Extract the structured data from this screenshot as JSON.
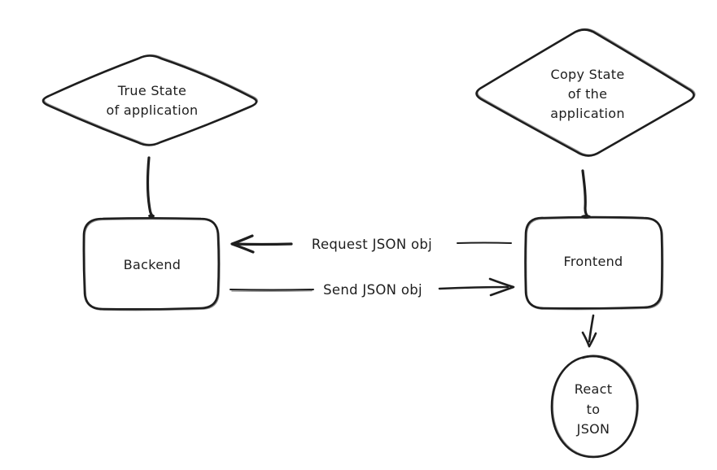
{
  "canvas": {
    "background_color": "#ffffff",
    "stroke_color": "#1e1e1e"
  },
  "nodes": {
    "true_state": {
      "shape": "diamond",
      "lines": [
        "True State",
        "of application"
      ]
    },
    "copy_state": {
      "shape": "diamond",
      "lines": [
        "Copy State",
        "of the",
        "application"
      ]
    },
    "backend": {
      "shape": "rounded-rectangle",
      "label": "Backend"
    },
    "frontend": {
      "shape": "rounded-rectangle",
      "label": "Frontend"
    },
    "react_to_json": {
      "shape": "ellipse",
      "lines": [
        "React",
        "to",
        "JSON"
      ]
    }
  },
  "edges": {
    "request": {
      "label": "Request JSON obj",
      "from": "Frontend",
      "to": "Backend",
      "arrow_direction": "left"
    },
    "send": {
      "label": "Send JSON obj",
      "from": "Backend",
      "to": "Frontend",
      "arrow_direction": "right"
    },
    "frontend_to_react": {
      "label": "",
      "from": "Frontend",
      "to": "React to JSON",
      "arrow_direction": "down"
    },
    "true_state_to_backend": {
      "label": "",
      "from": "True State of application",
      "to": "Backend"
    },
    "copy_state_to_frontend": {
      "label": "",
      "from": "Copy State of the application",
      "to": "Frontend"
    }
  }
}
